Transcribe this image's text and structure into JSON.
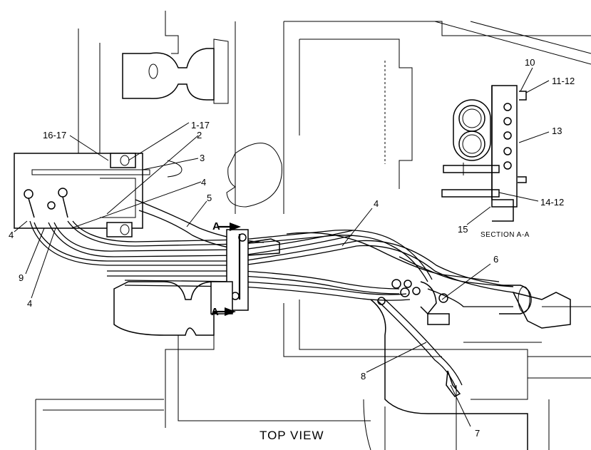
{
  "diagram": {
    "view_title": "TOP VIEW",
    "section_title": "SECTION  A-A",
    "section_marker_top": "A",
    "section_marker_bottom": "A",
    "callouts": [
      {
        "id": "c-1-17",
        "text": "1-17"
      },
      {
        "id": "c-2",
        "text": "2"
      },
      {
        "id": "c-3",
        "text": "3"
      },
      {
        "id": "c-4a",
        "text": "4"
      },
      {
        "id": "c-4b",
        "text": "4"
      },
      {
        "id": "c-4c",
        "text": "4"
      },
      {
        "id": "c-4d",
        "text": "4"
      },
      {
        "id": "c-5",
        "text": "5"
      },
      {
        "id": "c-6",
        "text": "6"
      },
      {
        "id": "c-7",
        "text": "7"
      },
      {
        "id": "c-8",
        "text": "8"
      },
      {
        "id": "c-9",
        "text": "9"
      },
      {
        "id": "c-10",
        "text": "10"
      },
      {
        "id": "c-11-12",
        "text": "11-12"
      },
      {
        "id": "c-13",
        "text": "13"
      },
      {
        "id": "c-14-12",
        "text": "14-12"
      },
      {
        "id": "c-15",
        "text": "15"
      },
      {
        "id": "c-16-17",
        "text": "16-17"
      }
    ]
  }
}
